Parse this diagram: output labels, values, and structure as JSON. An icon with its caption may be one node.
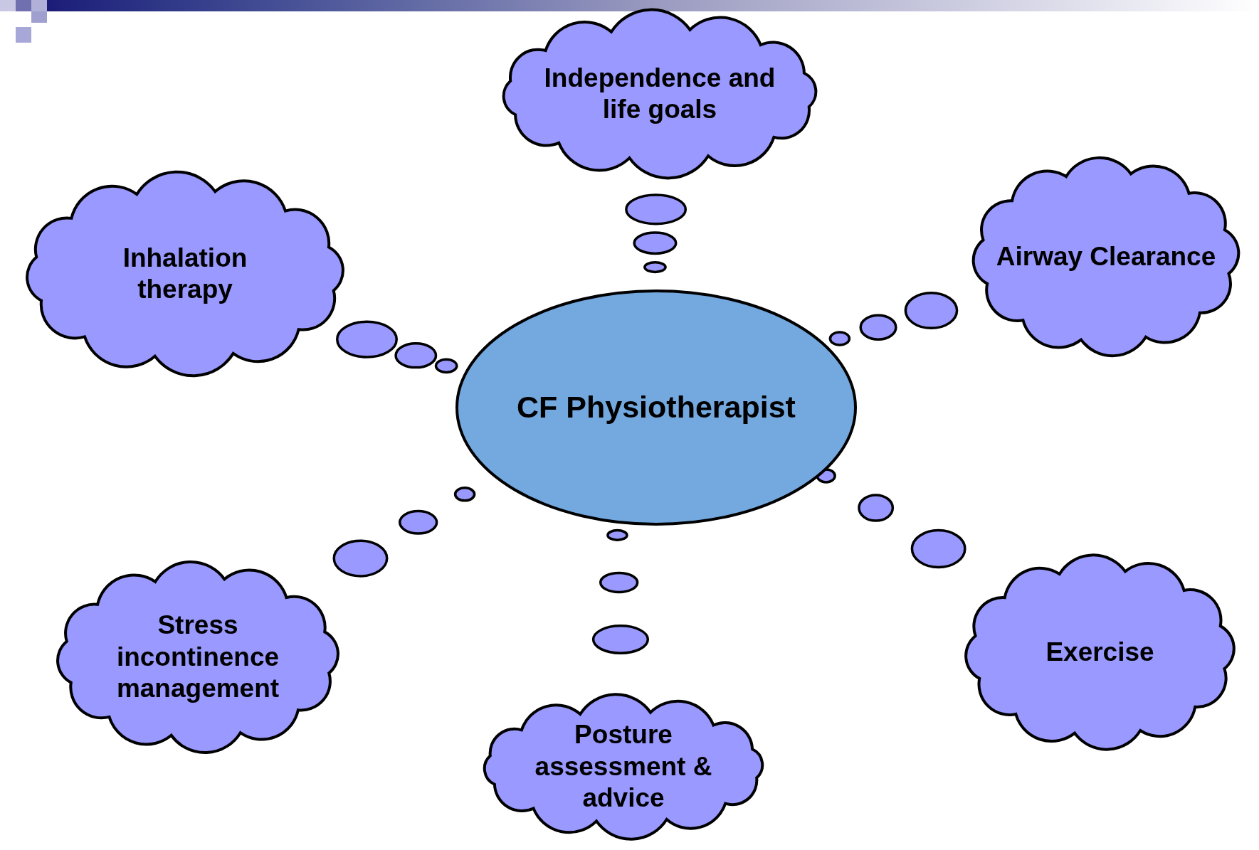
{
  "diagram": {
    "nodes": [
      {
        "text": [
          "Independence and life goals"
        ]
      },
      {
        "text": [
          "Inhalation therapy"
        ]
      },
      {
        "text": [
          "Airway Clearance"
        ]
      },
      {
        "text": [
          "CF Physiotherapist"
        ]
      },
      {
        "text": [
          "Stress incontinence management"
        ]
      },
      {
        "text": [
          "Posture assessment & advice"
        ]
      },
      {
        "text": [
          "Exercise"
        ]
      }
    ],
    "edges": [
      {
        "from": 3,
        "to": 0,
        "arrow": "none"
      },
      {
        "from": 3,
        "to": 1,
        "arrow": "none"
      },
      {
        "from": 3,
        "to": 2,
        "arrow": "none"
      },
      {
        "from": 3,
        "to": 4,
        "arrow": "none"
      },
      {
        "from": 3,
        "to": 5,
        "arrow": "none"
      },
      {
        "from": 3,
        "to": 6,
        "arrow": "none"
      }
    ]
  }
}
